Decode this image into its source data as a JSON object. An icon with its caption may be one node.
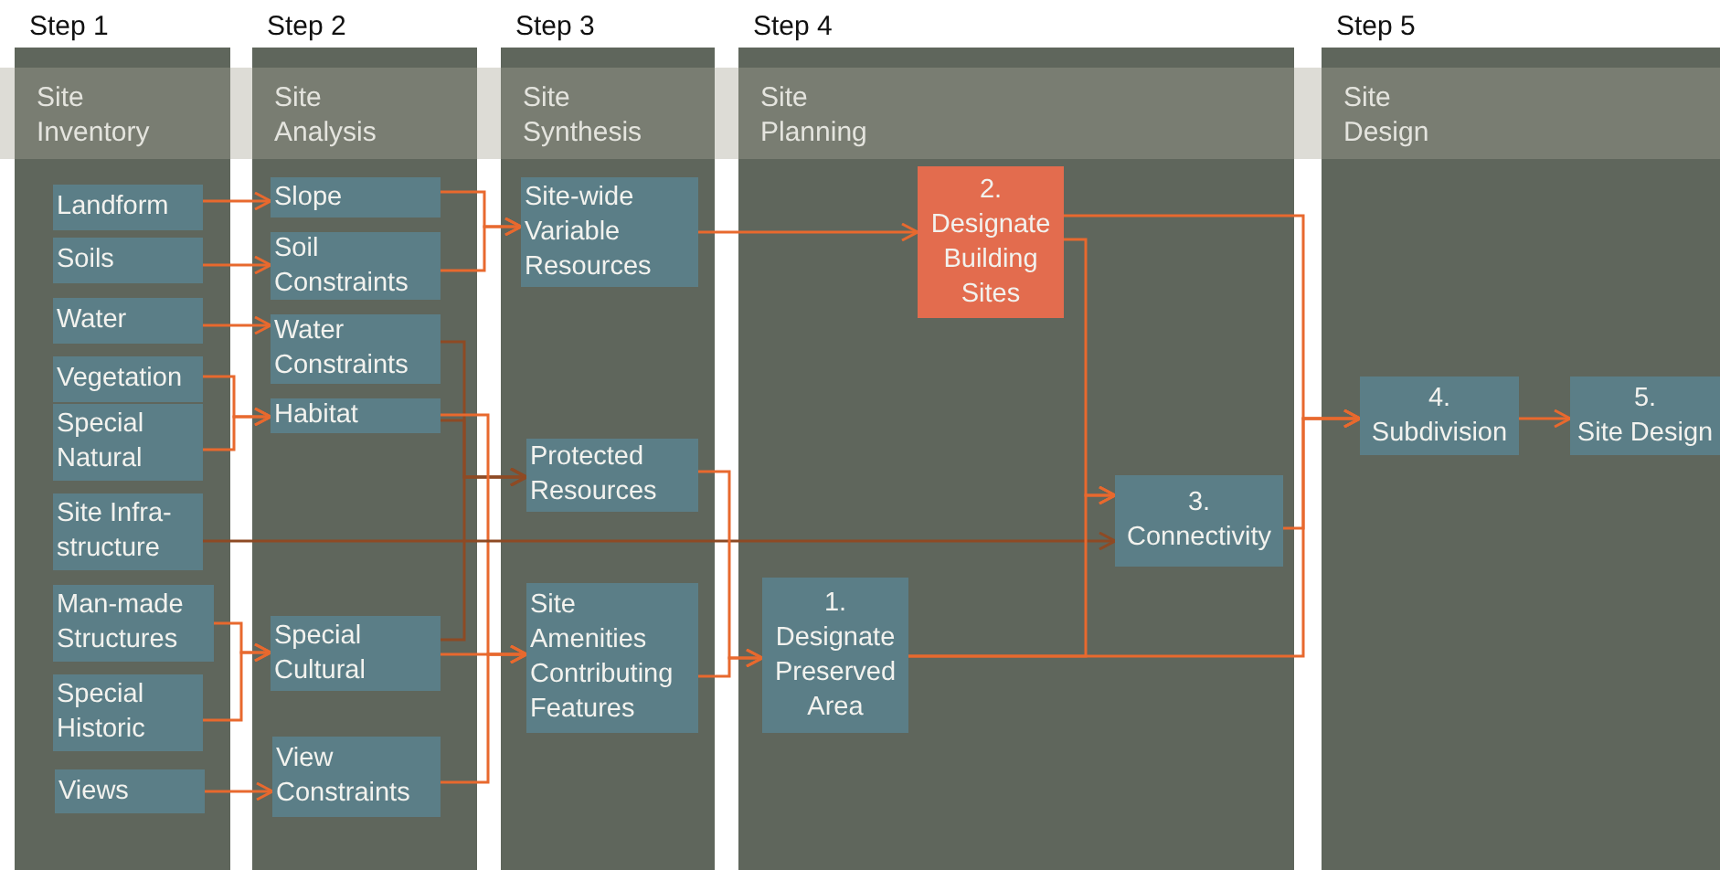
{
  "diagram": {
    "nodes": [
      {
        "text": [
          "Step 1",
          "Site Inventory"
        ]
      },
      {
        "text": [
          "Landform"
        ],
        "in": 0
      },
      {
        "text": [
          "Soils"
        ],
        "in": 0
      },
      {
        "text": [
          "Water"
        ],
        "in": 0
      },
      {
        "text": [
          "Vegetation"
        ],
        "in": 0
      },
      {
        "text": [
          "Special Natural"
        ],
        "in": 0
      },
      {
        "text": [
          "Site Infra-structure"
        ],
        "in": 0
      },
      {
        "text": [
          "Man-made Structures"
        ],
        "in": 0
      },
      {
        "text": [
          "Special Historic"
        ],
        "in": 0
      },
      {
        "text": [
          "Views"
        ],
        "in": 0
      },
      {
        "text": [
          "Step 2",
          "Site Analysis"
        ]
      },
      {
        "text": [
          "Slope"
        ],
        "in": 10
      },
      {
        "text": [
          "Soil Constraints"
        ],
        "in": 10
      },
      {
        "text": [
          "Water Constraints"
        ],
        "in": 10
      },
      {
        "text": [
          "Habitat"
        ],
        "in": 10
      },
      {
        "text": [
          "Special Cultural"
        ],
        "in": 10
      },
      {
        "text": [
          "View Constraints"
        ],
        "in": 10
      },
      {
        "text": [
          "Step 3",
          "Site Synthesis"
        ]
      },
      {
        "text": [
          "Site-wide Variable Resources"
        ],
        "in": 17
      },
      {
        "text": [
          "Protected Resources"
        ],
        "in": 17
      },
      {
        "text": [
          "Site Amenities Contributing Features"
        ],
        "in": 17
      },
      {
        "text": [
          "Step 4",
          "Site Planning"
        ]
      },
      {
        "text": [
          "2.",
          "Designate Building Sites"
        ],
        "in": 21
      },
      {
        "text": [
          "3.",
          "Connectivity"
        ],
        "in": 21
      },
      {
        "text": [
          "1.",
          "Designate Preserved Area"
        ],
        "in": 21
      },
      {
        "text": [
          "Step 5",
          "Site Design"
        ]
      },
      {
        "text": [
          "4.",
          "Subdivision"
        ],
        "in": 25
      },
      {
        "text": [
          "5.",
          "Site Design"
        ],
        "in": 25
      }
    ],
    "edges": [
      {
        "from": 1,
        "to": 11,
        "arrow": "to"
      },
      {
        "from": 2,
        "to": 12,
        "arrow": "to"
      },
      {
        "from": 3,
        "to": 13,
        "arrow": "to"
      },
      {
        "from": 4,
        "to": 14,
        "arrow": "to"
      },
      {
        "from": 5,
        "to": 14,
        "arrow": "to"
      },
      {
        "from": 7,
        "to": 15,
        "arrow": "to"
      },
      {
        "from": 8,
        "to": 15,
        "arrow": "to"
      },
      {
        "from": 9,
        "to": 16,
        "arrow": "to"
      },
      {
        "from": 11,
        "to": 18,
        "arrow": "to"
      },
      {
        "from": 12,
        "to": 18,
        "arrow": "to"
      },
      {
        "from": 13,
        "to": 19,
        "arrow": "to",
        "color": "#8e4a24"
      },
      {
        "from": 14,
        "to": 19,
        "arrow": "to",
        "color": "#8e4a24"
      },
      {
        "from": 15,
        "to": 19,
        "arrow": "to",
        "color": "#8e4a24"
      },
      {
        "from": 14,
        "to": 20,
        "arrow": "to"
      },
      {
        "from": 15,
        "to": 20,
        "arrow": "to"
      },
      {
        "from": 16,
        "to": 20,
        "arrow": "to"
      },
      {
        "from": 6,
        "to": 23,
        "arrow": "to",
        "color": "#8e4a24"
      },
      {
        "from": 18,
        "to": 22,
        "arrow": "to"
      },
      {
        "from": 19,
        "to": 24,
        "arrow": "to"
      },
      {
        "from": 20,
        "to": 24,
        "arrow": "to"
      },
      {
        "from": 22,
        "to": 23,
        "arrow": "to"
      },
      {
        "from": 24,
        "to": 23,
        "arrow": "to"
      },
      {
        "from": 22,
        "to": 26,
        "arrow": "to"
      },
      {
        "from": 23,
        "to": 26,
        "arrow": "to"
      },
      {
        "from": 24,
        "to": 26,
        "arrow": "to"
      },
      {
        "from": 26,
        "to": 27,
        "arrow": "to"
      }
    ]
  }
}
